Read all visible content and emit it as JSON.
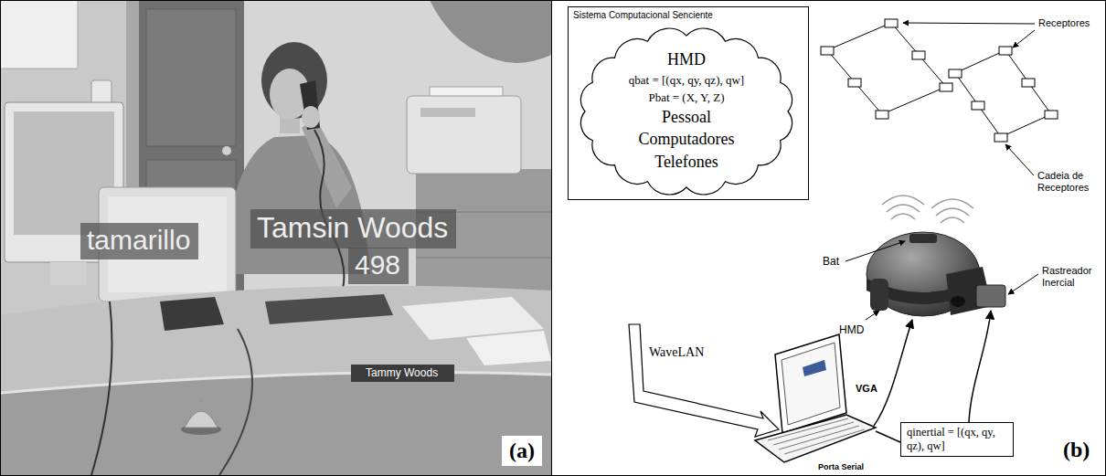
{
  "diagram": {
    "nodes": [
      {
        "text": [
          "tamarillo"
        ]
      },
      {
        "text": [
          "Tamsin Woods"
        ]
      },
      {
        "text": [
          "498"
        ]
      },
      {
        "text": [
          "Tammy Woods"
        ]
      },
      {
        "text": [
          "Sistema Computacional Senciente"
        ]
      },
      {
        "text": [
          "HMD",
          "qbat = [(qx, qy, qz), qw]",
          "Pbat = (X, Y, Z)",
          "Pessoal",
          "Computadores",
          "Telefones"
        ],
        "in": 4
      },
      {
        "text": [
          "qinertial = [(qx, qy, qz), qw]"
        ]
      }
    ],
    "labels": [
      "(a)",
      "Receptores",
      "Cadeia de Receptores",
      "Bat",
      "HMD",
      "Rastreador Inercial",
      "WaveLAN",
      "VGA",
      "Porta Serial",
      "(b)"
    ]
  }
}
